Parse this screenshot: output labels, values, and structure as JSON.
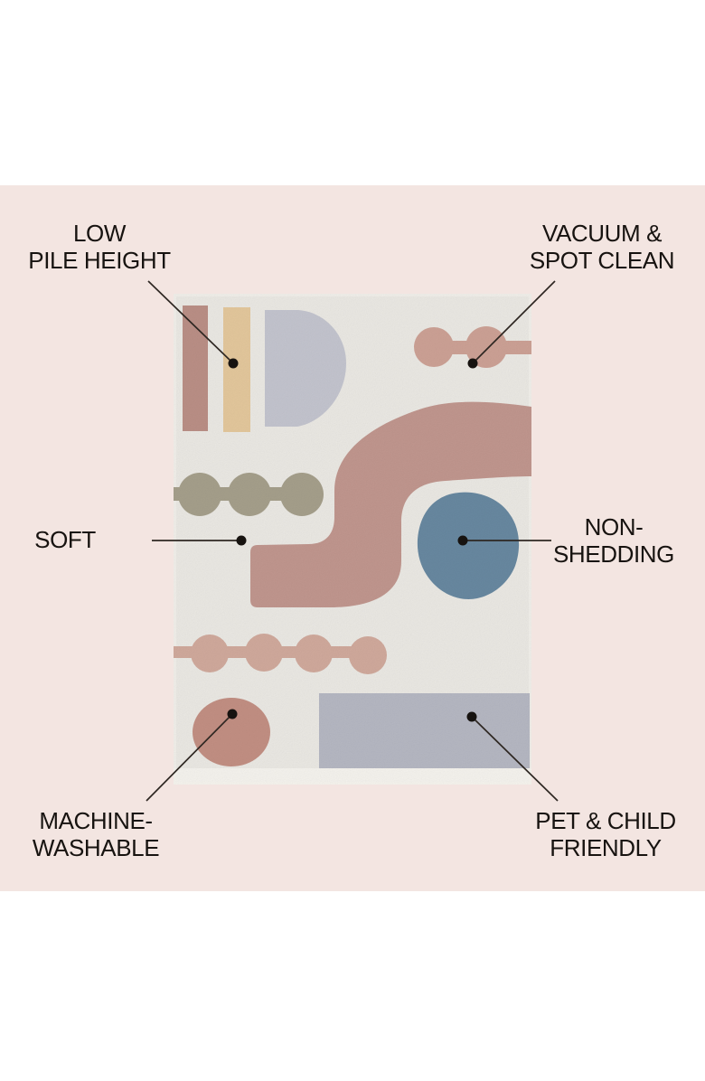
{
  "page": {
    "background": "#ffffff",
    "panel_background": "#f3e5e1",
    "text_color": "#171310",
    "line_color": "#2e2722"
  },
  "callouts": [
    {
      "id": "low-pile-height",
      "line1": "LOW",
      "line2": "PILE HEIGHT"
    },
    {
      "id": "vacuum-spot-clean",
      "line1": "VACUUM &",
      "line2": "SPOT CLEAN"
    },
    {
      "id": "soft",
      "line1": "SOFT"
    },
    {
      "id": "non-shedding",
      "line1": "NON-",
      "line2": "SHEDDING"
    },
    {
      "id": "machine-washable",
      "line1": "MACHINE-",
      "line2": "WASHABLE"
    },
    {
      "id": "pet-child-friendly",
      "line1": "PET & CHILD",
      "line2": "FRIENDLY"
    }
  ],
  "rug": {
    "description": "abstract geometric washable area rug",
    "colors": {
      "base": "#e9e7e2",
      "edge": "#f4f2ed",
      "mauve_stripe": "#b98e85",
      "tan_stripe": "#e2c69b",
      "lavender_arch": "#c2c3cd",
      "dusty_pink_beads": "#cba094",
      "rose_ribbon": "#bf958d",
      "olive_beads": "#a49e8a",
      "pink_beads": "#cfa89b",
      "blue_blob": "#67879f",
      "gray_block": "#b4b6c1",
      "rose_circle": "#c18e82"
    }
  }
}
